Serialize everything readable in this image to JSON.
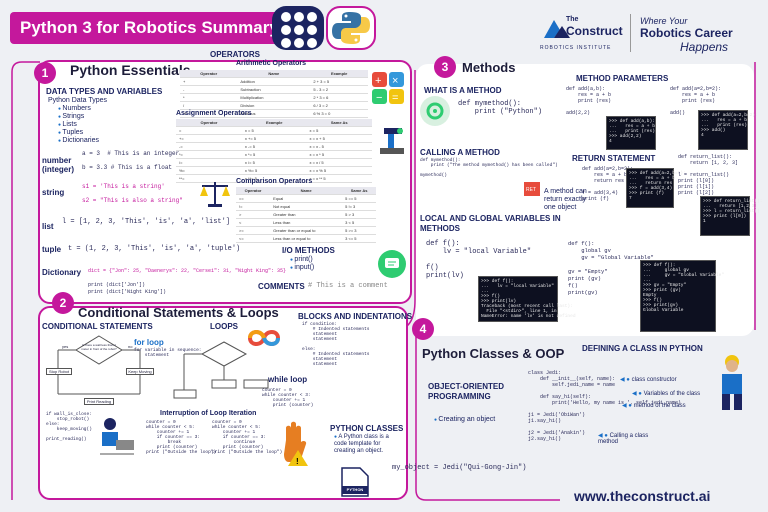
{
  "header": {
    "title": "Python 3 for Robotics Summary"
  },
  "brand": {
    "name_top": "The",
    "name": "Construct",
    "sub": "ROBOTICS INSTITUTE",
    "tag1": "Where Your",
    "tag2": "Robotics Career",
    "tag3": "Happens",
    "url": "www.theconstruct.ai"
  },
  "colors": {
    "accent": "#c4189c",
    "navy": "#1c2461",
    "blue": "#1a6fc7"
  },
  "s1": {
    "num": "1",
    "title": "Python Essentials",
    "dtypes_title": "DATA TYPES AND VARIABLES",
    "dtypes_sub": "Python Data Types",
    "dtypes": [
      "Numbers",
      "Strings",
      "Lists",
      "Tuples",
      "Dictionaries"
    ],
    "number_label": "number (integer)",
    "number_code1": "a = 3  # This is an integer",
    "number_code2": "b = 3.3 # This is a float",
    "string_label": "string",
    "string_code1": "s1 = 'This is a string'",
    "string_code2": "s2 = \"This is also a string\"",
    "list_label": "list",
    "list_code": "l = [1, 2, 3, 'This', 'is', 'a', 'list']",
    "tuple_label": "tuple",
    "tuple_code": "t = (1, 2, 3, 'This', 'is', 'a', 'tuple')",
    "dict_label": "Dictionary",
    "dict_code": "dict = {\"Jon\": 25, \"Daenerys\": 22, \"Cersei\": 31, \"Night King\": 35}",
    "dict_print1": "print (dict['Jon'])",
    "dict_print2": "print (dict['Night King'])",
    "operators_title": "OPERATORS",
    "arith_title": "Arithmetic Operators",
    "arith_head": [
      "Operator",
      "Name",
      "Example"
    ],
    "arith_rows": [
      [
        "+",
        "Addition",
        "2 + 3 = 5"
      ],
      [
        "-",
        "Subtraction",
        "5 - 3 = 2"
      ],
      [
        "*",
        "Multiplication",
        "2 * 3 = 6"
      ],
      [
        "/",
        "Division",
        "6 / 3 = 2"
      ],
      [
        "%",
        "Modulus",
        "6 % 3 = 0"
      ]
    ],
    "assign_title": "Assignment Operators",
    "assign_head": [
      "Operator",
      "Example",
      "Same As"
    ],
    "assign_rows": [
      [
        "=",
        "x = 5",
        "x = 5"
      ],
      [
        "+=",
        "x += 5",
        "x = x + 5"
      ],
      [
        "-=",
        "x -= 5",
        "x = x - 5"
      ],
      [
        "*=",
        "x *= 5",
        "x = x * 5"
      ],
      [
        "/=",
        "x /= 5",
        "x = x / 5"
      ],
      [
        "%=",
        "x %= 5",
        "x = x % 5"
      ],
      [
        "**=",
        "x **= 5",
        "x = x ** 5"
      ]
    ],
    "comp_title": "Comparison Operators",
    "comp_head": [
      "Operator",
      "Name",
      "Same As"
    ],
    "comp_rows": [
      [
        "==",
        "Equal",
        "5 == 5"
      ],
      [
        "!=",
        "Not equal",
        "5 != 3"
      ],
      [
        ">",
        "Greater than",
        "5 > 3"
      ],
      [
        "<",
        "Less than",
        "3 < 5"
      ],
      [
        ">=",
        "Greater than or equal to",
        "5 >= 3"
      ],
      [
        "<=",
        "Less than or equal to",
        "3 <= 5"
      ]
    ],
    "io_title": "I/O METHODS",
    "io_items": [
      "print()",
      "input()"
    ],
    "comments_title": "COMMENTS",
    "comments_code": "# This is a comment"
  },
  "s2": {
    "num": "2",
    "title": "Conditional Statements & Loops",
    "cond_title": "CONDITIONAL STATEMENTS",
    "loops_title": "LOOPS",
    "forloop_title": "for loop",
    "forloop_code": "for variable in sequence:\n    statement",
    "whileloop_title": "while loop",
    "whileloop_code": "counter = 0\nwhile counter < 3:\n    counter += 1\n    print (counter)",
    "interrupt_title": "Interruption of Loop Iteration",
    "interrupt_code1": "counter = 0\nwhile counter < 5:\n    counter += 1\n    if counter == 3:\n        break\n    print (counter)\nprint (\"Outside the loop\")",
    "interrupt_code2": "counter = 0\nwhile counter < 5:\n    counter += 1\n    if counter == 3:\n        continue\n    print (counter)\nprint (\"Outside the loop\")",
    "cond_code": "if wall_is_close:\n    stop_robot()\nelse:\n    keep_moving()\n\nprint_reading()",
    "blocks_title": "BLOCKS AND INDENTATIONS",
    "blocks_code": "if condition:\n    # Indented statements\n    statement\n    statement\n\nelse:\n    # Indented statements\n    statement\n    statement",
    "flow_labels": [
      "Is there a wall less than 1 meter in front of the robot?",
      "yes",
      "no",
      "Stop Robot",
      "Keep Moving",
      "Print Reading"
    ]
  },
  "s3": {
    "num": "3",
    "title": "Methods",
    "what_title": "WHAT IS A METHOD",
    "what_code": "def mymethod():\n    print (\"Python\")",
    "calling_title": "CALLING A METHOD",
    "calling_code": "def mymethod():\n    print (\"The method mymethod() has been called\")\n\nmymethod()",
    "calling_note": "A method can return exactly one object",
    "params_title": "METHOD PARAMETERS",
    "params_code1": "def add(a,b):\n    res = a + b\n    print (res)\n\nadd(2,2)",
    "params_code2": "def add(a=2,b=2):\n    res = a + b\n    print (res)\n\nadd()",
    "return_title": "RETURN STATEMENT",
    "return_code1": "def add(a=2,b=2):\n    res = a + b\n    return res\n\nf = add(3,4)\nprint (f)",
    "return_code2": "def return_list():\n    return [1, 2, 3]\n\nl = return_list()\nprint (l[0])\nprint (l[1])\nprint (l[2])",
    "scope_title": "LOCAL AND GLOBAL VARIABLES IN METHODS",
    "scope_code1": "def f():\n    lv = \"local Variable\"\n\nf()\nprint(lv)",
    "scope_code2": "def f():\n    global gv\n    gv = \"Global Variable\"\n\ngv = \"Empty\"\nprint (gv)\nf()\nprint(gv)",
    "term_scope1": ">>> def f():\n...   lv = \"local Variable\"\n...\n>>> f()\n>>> print(lv)\nTraceback (most recent call last):\n  File \"<stdin>\", line 1, in\nNameError: name 'lv' is not defined",
    "term_scope2": ">>> def f():\n...     global gv\n...     gv = \"Global Variable\"\n...\n>>> gv = \"Empty\"\n>>> print (gv)\nEmpty\n>>> f()\n>>> print(gv)\nGlobal Variable"
  },
  "s4": {
    "num": "4",
    "title": "Python Classes & OOP",
    "define_title": "DEFINING A CLASS IN PYTHON",
    "class_code": "class Jedi:\n    def __init__(self, name):\n        self.jedi_name = name\n\n    def say_hi(self):\n        print('Hello, my name is ', self.jedi_name)\n\nj1 = Jedi('ObiWan')\nj1.say_hi()\n\nj2 = Jedi('Anakin')\nj2.say_hi()",
    "notes": [
      "class constructor",
      "Variables of the class",
      "method of the class",
      "Calling a class method"
    ],
    "oop_title": "OBJECT-ORIENTED PROGRAMMING",
    "oop_item": "Creating an object",
    "oop_code": "my_object = Jedi(\"Qui-Gong-Jin\")",
    "classes_title": "PYTHON CLASSES",
    "classes_item": "A Python class is a code template for creating an object.",
    "python_file_label": "PYTHON"
  }
}
